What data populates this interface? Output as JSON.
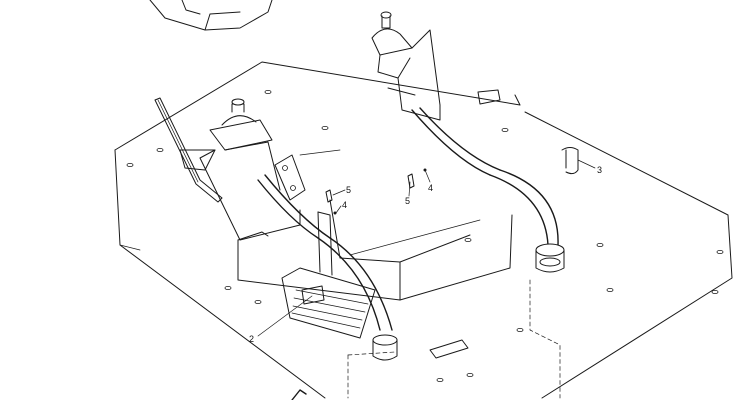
{
  "callouts": [
    {
      "id": "c1",
      "label": "5"
    },
    {
      "id": "c2",
      "label": "4"
    },
    {
      "id": "c3",
      "label": "5"
    },
    {
      "id": "c4",
      "label": "4"
    },
    {
      "id": "c5",
      "label": "3"
    },
    {
      "id": "c6",
      "label": "2"
    }
  ],
  "colors": {
    "line": "#1a1a1a",
    "background": "#ffffff"
  }
}
